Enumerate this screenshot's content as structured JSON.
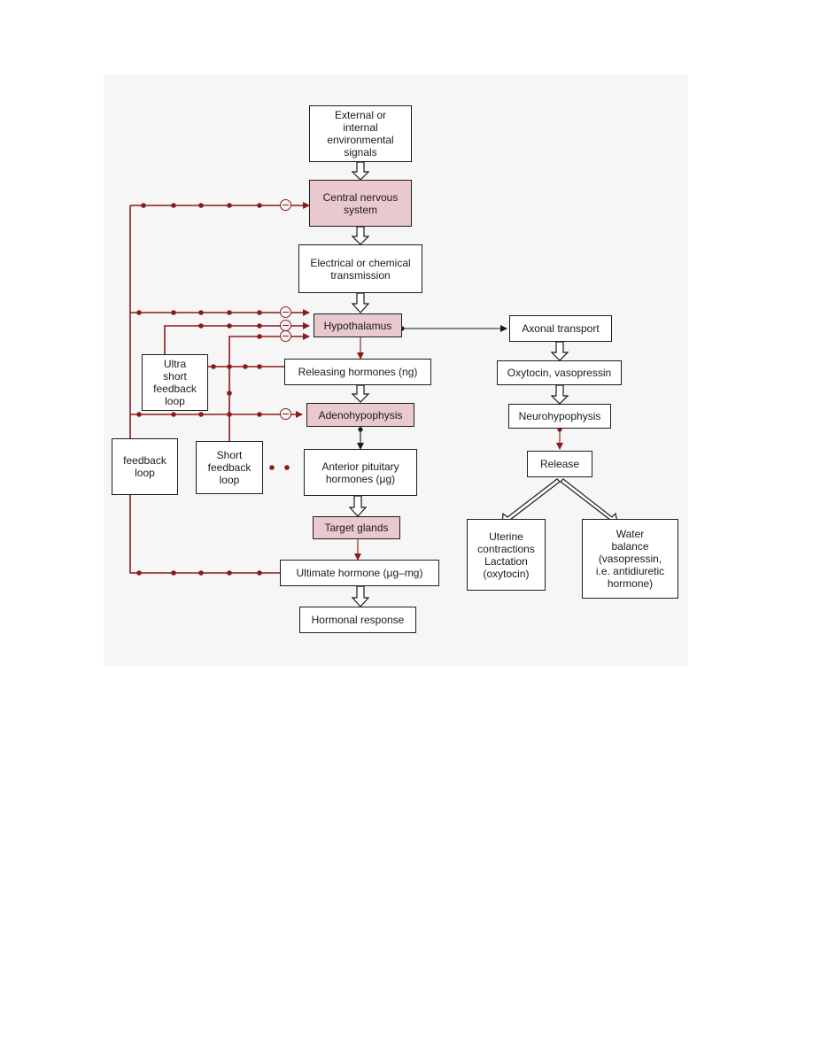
{
  "diagram": {
    "nodes": {
      "signals": "External or\ninternal\nenvironmental\nsignals",
      "cns": "Central nervous\nsystem",
      "transmission": "Electrical or chemical\ntransmission",
      "hypothalamus": "Hypothalamus",
      "releasing": "Releasing hormones (ng)",
      "adeno": "Adenohypophysis",
      "anterior": "Anterior pituitary\nhormones (μg)",
      "target": "Target glands",
      "ultimate": "Ultimate hormone (μg–mg)",
      "response": "Hormonal response",
      "axonal": "Axonal transport",
      "oxytocin": "Oxytocin, vasopressin",
      "neuro": "Neurohypophysis",
      "release": "Release",
      "uterine": "Uterine\ncontractions\nLactation\n(oxytocin)",
      "water": "Water\nbalance\n(vasopressin,\ni.e. antidiuretic\nhormone)"
    },
    "feedback": {
      "ultra_short": "Ultra\nshort\nfeedback\nloop",
      "short": "Short\nfeedback\nloop",
      "long": "feedback\nloop"
    },
    "colors": {
      "feedback_line": "#8b1a1a",
      "shaded_box": "#e9c9cd",
      "figure_background": "#f6f6f6"
    }
  }
}
